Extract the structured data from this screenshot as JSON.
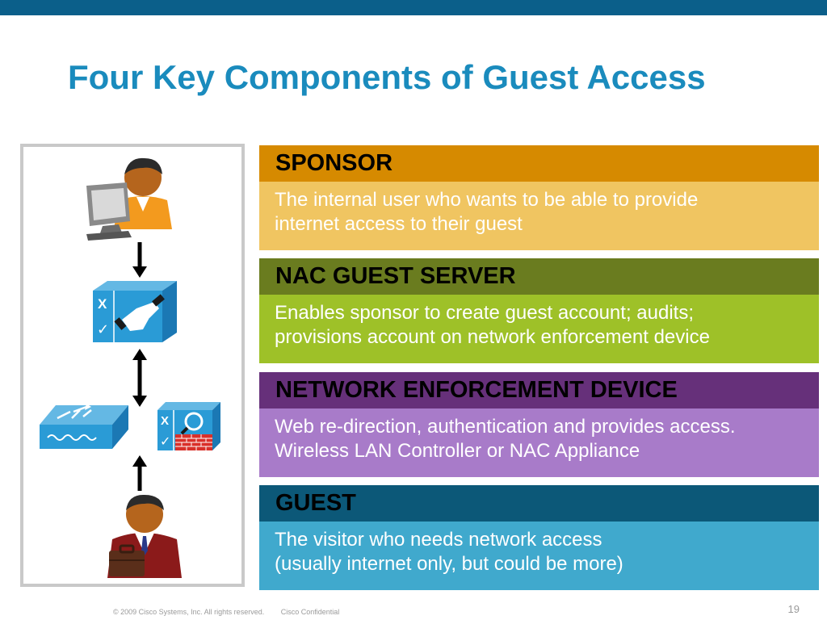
{
  "slide": {
    "title": "Four Key Components of Guest Access"
  },
  "components": [
    {
      "heading": "SPONSOR",
      "lines": [
        "The internal user who wants to be able to provide",
        "internet access to their guest"
      ],
      "head_color": "#d68a00",
      "body_color": "#f0c561"
    },
    {
      "heading": "NAC GUEST SERVER",
      "lines": [
        "Enables sponsor to create guest account; audits;",
        "provisions account on network enforcement device"
      ],
      "head_color": "#6a7c1f",
      "body_color": "#9ec128"
    },
    {
      "heading": "NETWORK ENFORCEMENT DEVICE",
      "lines": [
        "Web re-direction, authentication and provides access.",
        "Wireless LAN Controller or NAC Appliance"
      ],
      "head_color": "#66307a",
      "body_color": "#a87bc9"
    },
    {
      "heading": "GUEST",
      "lines": [
        "The visitor who needs network access",
        "(usually internet only, but could be more)"
      ],
      "head_color": "#0c5878",
      "body_color": "#40a9cd"
    }
  ],
  "diagram": {
    "icons": [
      "sponsor-person-computer-icon",
      "nac-guest-server-icon",
      "wireless-lan-controller-icon",
      "nac-appliance-icon",
      "guest-businessman-icon"
    ],
    "check_glyph": "✓",
    "x_glyph": "X"
  },
  "footer": {
    "copyright": "© 2009 Cisco Systems, Inc. All rights reserved.",
    "confidential": "Cisco Confidential",
    "page_number": "19"
  },
  "colors": {
    "title": "#1a8bbd",
    "top_bar": "#0b5f8a"
  }
}
